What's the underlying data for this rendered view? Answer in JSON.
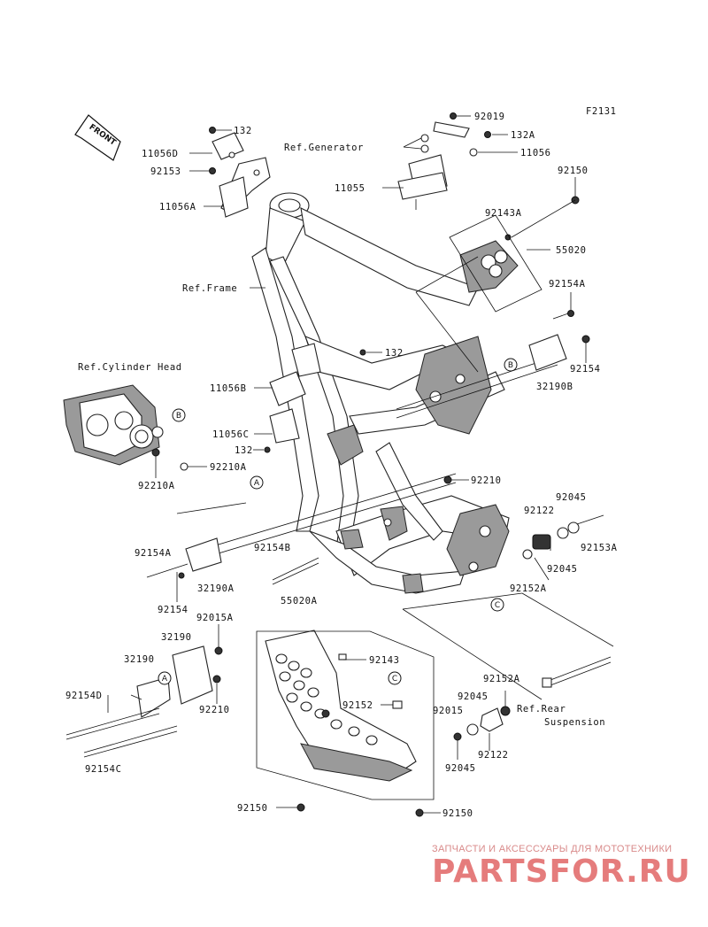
{
  "figure_code": "F2131",
  "front_label": "FRONT",
  "callouts": {
    "c_132_top": "132",
    "c_11056D": "11056D",
    "c_92153": "92153",
    "c_11056A": "11056A",
    "c_92019": "92019",
    "c_132A": "132A",
    "c_ref_generator": "Ref.Generator",
    "c_11056": "11056",
    "c_11055": "11055",
    "c_92150_top": "92150",
    "c_92143A": "92143A",
    "c_55020": "55020",
    "c_ref_frame": "Ref.Frame",
    "c_92154A_right": "92154A",
    "c_92154_right": "92154",
    "c_32190B": "32190B",
    "c_ref_cylinder_head": "Ref.Cylinder Head",
    "c_132_mid": "132",
    "c_11056B": "11056B",
    "c_11056C": "11056C",
    "c_132_low": "132",
    "c_92210A_right": "92210A",
    "c_92210A_left": "92210A",
    "c_92210_mid": "92210",
    "c_92045_top": "92045",
    "c_92122_top": "92122",
    "c_92153A": "92153A",
    "c_92045_mid": "92045",
    "c_92154A_left": "92154A",
    "c_92154B": "92154B",
    "c_32190A": "32190A",
    "c_92152A_mid": "92152A",
    "c_92154_left": "92154",
    "c_55020A": "55020A",
    "c_92015A": "92015A",
    "c_32190_a": "32190",
    "c_32190_b": "32190",
    "c_92143": "92143",
    "c_92152A_low": "92152A",
    "c_92045_low1": "92045",
    "c_92154D": "92154D",
    "c_92210_low": "92210",
    "c_92152": "92152",
    "c_ref_rear": "Ref.Rear",
    "c_suspension": "Suspension",
    "c_92015": "92015",
    "c_92122_low": "92122",
    "c_92045_low2": "92045",
    "c_92154C": "92154C",
    "c_92150_left": "92150",
    "c_92150_bottom": "92150"
  },
  "bubbles": {
    "b1": "B",
    "b2": "B",
    "b3": "A",
    "b4": "C",
    "b5": "A",
    "b6": "C"
  },
  "watermark": {
    "top": "ЗАПЧАСТИ И АКСЕССУАРЫ ДЛЯ МОТОТЕХНИКИ",
    "brand": "PARTSFOR.RU"
  }
}
